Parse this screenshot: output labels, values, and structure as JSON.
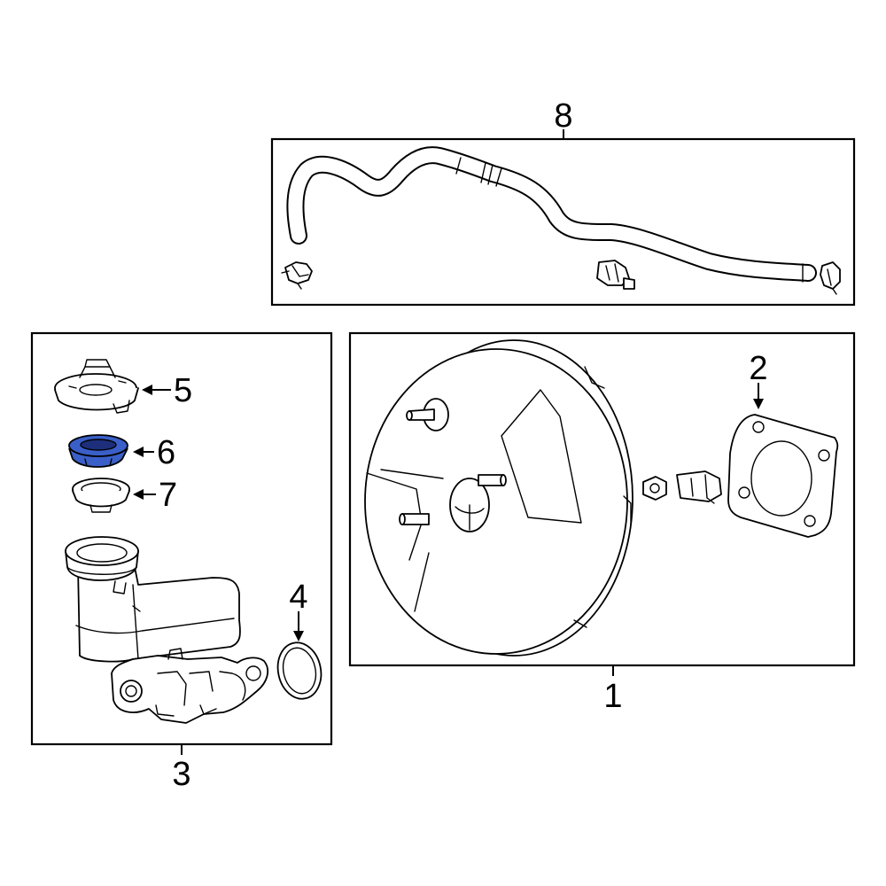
{
  "callouts": {
    "c1": "1",
    "c2": "2",
    "c3": "3",
    "c4": "4",
    "c5": "5",
    "c6": "6",
    "c7": "7",
    "c8": "8"
  },
  "colors": {
    "highlight": "#3a5fc8",
    "highlight_dark": "#1d2f7a",
    "line": "#000000"
  },
  "highlighted_part": "6"
}
